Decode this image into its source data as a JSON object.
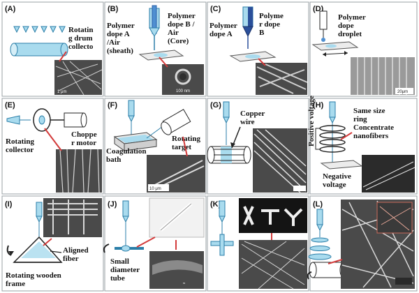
{
  "panels": [
    {
      "id": "A",
      "letter": "(A)",
      "labels": [
        "Rotatin",
        "g drum",
        "collecto"
      ],
      "scalebar": "1 μm"
    },
    {
      "id": "B",
      "letter": "(B)",
      "labels_left": [
        "Polymer",
        "dope A",
        "/Air",
        "(sheath)"
      ],
      "labels_right": [
        "Polymer",
        "dope B /",
        "Air",
        "(Core)"
      ],
      "scalebar": "100 nm"
    },
    {
      "id": "C",
      "letter": "(C)",
      "labels_left": [
        "Polymer",
        "dope A"
      ],
      "labels_right": [
        "Polyme",
        "r dope",
        "B"
      ]
    },
    {
      "id": "D",
      "letter": "(D)",
      "labels": [
        "Polymer",
        "dope",
        "droplet"
      ],
      "scalebar": "20μm"
    },
    {
      "id": "E",
      "letter": "(E)",
      "labels_left": [
        "Rotating",
        "collector"
      ],
      "labels_right": [
        "Choppe",
        "r motor"
      ]
    },
    {
      "id": "F",
      "letter": "(F)",
      "labels_left": [
        "Coagulation",
        "bath"
      ],
      "labels_right": [
        "Rotating",
        "target"
      ],
      "scalebar": "10 μm"
    },
    {
      "id": "G",
      "letter": "(G)",
      "labels": [
        "Copper",
        "wire"
      ]
    },
    {
      "id": "H",
      "letter": "(H)",
      "labels_side": "Positive voltage",
      "labels_right": [
        "Same size",
        "ring",
        "Concentrate",
        "nanofibers"
      ],
      "labels_bottom": [
        "Negative",
        "voltage"
      ]
    },
    {
      "id": "I",
      "letter": "(I)",
      "labels_right": [
        "Aligned",
        "fiber"
      ],
      "labels_bottom": [
        "Rotating wooden",
        "frame"
      ]
    },
    {
      "id": "J",
      "letter": "(J)",
      "labels": [
        "Small",
        "diameter",
        "tube"
      ]
    },
    {
      "id": "K",
      "letter": "(K)"
    },
    {
      "id": "L",
      "letter": "(L)"
    }
  ]
}
